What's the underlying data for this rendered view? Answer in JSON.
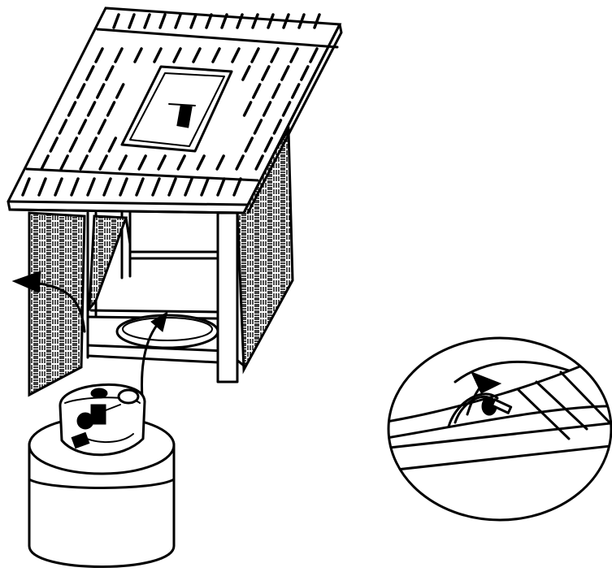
{
  "figure": {
    "parts": [
      {
        "name": "fire-pit-table",
        "icon": "table-icon"
      },
      {
        "name": "cabinet-door",
        "icon": "door-icon"
      },
      {
        "name": "propane-tank",
        "icon": "tank-icon"
      },
      {
        "name": "tank-holder-ring",
        "icon": "ring-icon"
      },
      {
        "name": "hose-detail-callout",
        "icon": "magnifier-icon"
      }
    ],
    "arrows": [
      {
        "name": "open-door-arrow",
        "icon": "curved-arrow-icon"
      },
      {
        "name": "place-tank-arrow",
        "icon": "curved-arrow-icon"
      },
      {
        "name": "route-hose-arrow",
        "icon": "arrow-icon"
      }
    ],
    "colors": {
      "line": "#000000",
      "background": "#ffffff"
    }
  }
}
